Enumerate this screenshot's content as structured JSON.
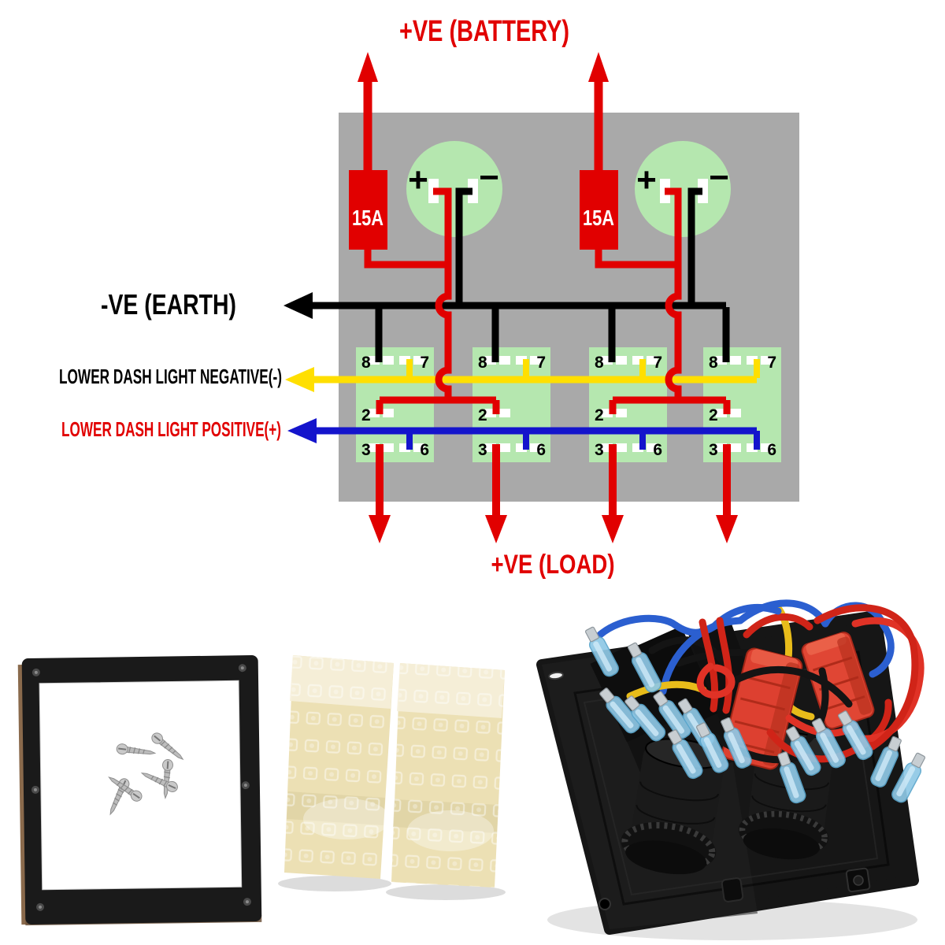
{
  "diagram": {
    "battery_label": "+VE (BATTERY)",
    "earth_label": "-VE (EARTH)",
    "dash_light_negative_label": "LOWER DASH LIGHT NEGATIVE(-)",
    "dash_light_positive_label": "LOWER DASH LIGHT POSITIVE(+)",
    "load_label": "+VE (LOAD)",
    "fuse_rating": "15A",
    "rocker_plus": "+",
    "rocker_minus": "−",
    "terminals": {
      "t8": "8",
      "t7": "7",
      "t2": "2",
      "t3": "3",
      "t6": "6"
    },
    "colors": {
      "positive_wire": "#e10000",
      "earth_wire": "#000000",
      "dash_negative_wire": "#ffdf00",
      "dash_positive_wire": "#1414cc",
      "panel_gray": "#a9a9a9",
      "component_green": "#b5e7af"
    }
  }
}
